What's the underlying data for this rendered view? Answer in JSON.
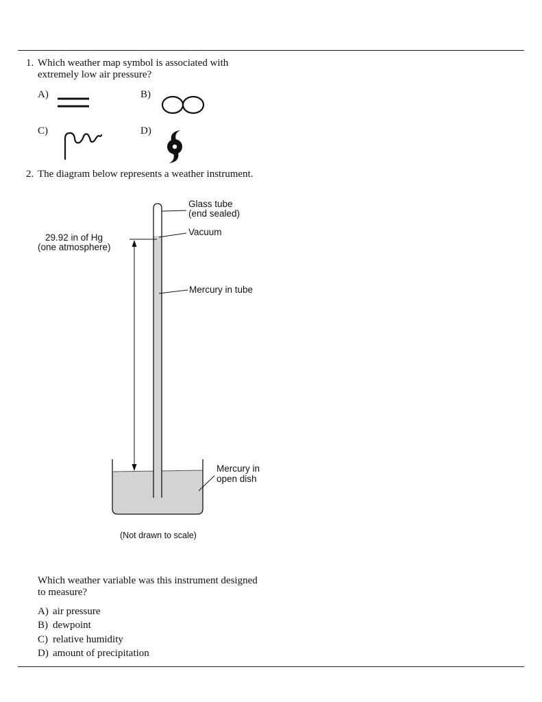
{
  "q1": {
    "number": "1.",
    "stem_line1": "Which weather map symbol is associated with",
    "stem_line2": "extremely low air pressure?",
    "choices": [
      {
        "letter": "A)",
        "symbol": "double-line-icon"
      },
      {
        "letter": "B)",
        "symbol": "double-loop-icon"
      },
      {
        "letter": "C)",
        "symbol": "wavy-line-icon"
      },
      {
        "letter": "D)",
        "symbol": "hurricane-icon"
      }
    ]
  },
  "q2": {
    "number": "2.",
    "stem": "The diagram below represents a weather instrument.",
    "diagram": {
      "glass_tube_line1": "Glass tube",
      "glass_tube_line2": "(end sealed)",
      "vacuum": "Vacuum",
      "mercury_tube": "Mercury in tube",
      "mercury_dish_line1": "Mercury in",
      "mercury_dish_line2": "open dish",
      "height_line1": "29.92 in of Hg",
      "height_line2": "(one atmosphere)",
      "note": "(Not drawn to scale)"
    },
    "question_line1": "Which weather variable was this instrument designed",
    "question_line2": "to measure?",
    "choices": [
      {
        "letter": "A)",
        "text": "air pressure"
      },
      {
        "letter": "B)",
        "text": "dewpoint"
      },
      {
        "letter": "C)",
        "text": "relative humidity"
      },
      {
        "letter": "D)",
        "text": "amount of precipitation"
      }
    ]
  },
  "colors": {
    "mercury": "#d3d3d3",
    "ink": "#111111"
  }
}
